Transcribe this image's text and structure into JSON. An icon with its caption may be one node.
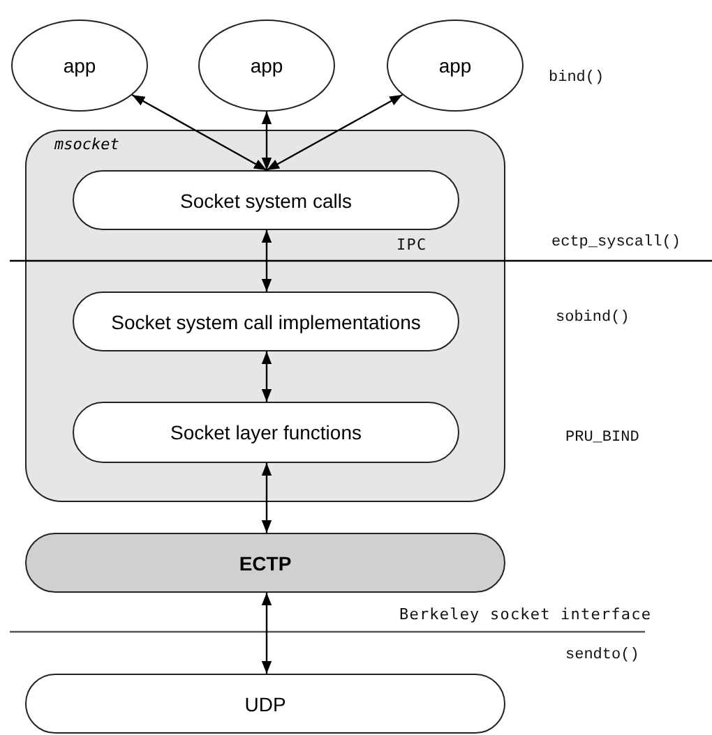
{
  "diagram": {
    "nodes": [
      {
        "text": [
          "app"
        ]
      },
      {
        "text": [
          "app"
        ]
      },
      {
        "text": [
          "app"
        ]
      },
      {
        "text": [
          "msocket"
        ]
      },
      {
        "text": [
          "Socket system calls"
        ],
        "in": 3
      },
      {
        "text": [
          "Socket system call implementations"
        ],
        "in": 3
      },
      {
        "text": [
          "Socket layer functions"
        ],
        "in": 3
      },
      {
        "text": [
          "ECTP"
        ]
      },
      {
        "text": [
          "UDP"
        ]
      }
    ],
    "edges": [
      {
        "from": 0,
        "to": 4,
        "arrow": "both"
      },
      {
        "from": 1,
        "to": 4,
        "arrow": "both"
      },
      {
        "from": 2,
        "to": 4,
        "arrow": "both"
      },
      {
        "from": 4,
        "to": 5,
        "arrow": "both"
      },
      {
        "from": 5,
        "to": 6,
        "arrow": "both"
      },
      {
        "from": 6,
        "to": 7,
        "arrow": "both"
      },
      {
        "from": 7,
        "to": 8,
        "arrow": "both"
      }
    ],
    "labels": [
      "bind()",
      "IPC",
      "ectp_syscall()",
      "sobind()",
      "PRU_BIND",
      "Berkeley socket interface",
      "sendto()"
    ]
  }
}
